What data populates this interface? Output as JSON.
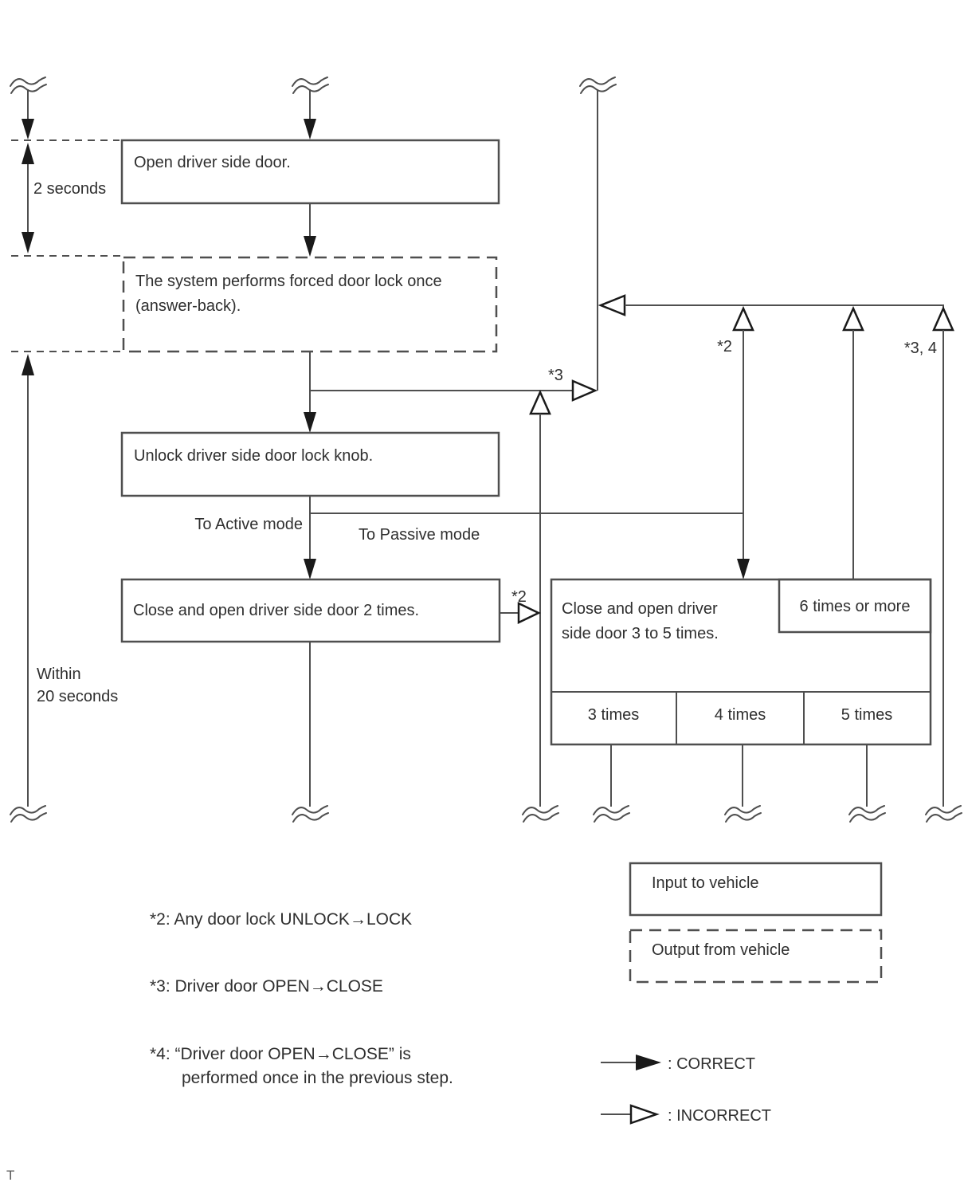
{
  "diagram": {
    "timing": {
      "two_seconds": "2 seconds",
      "within_line1": "Within",
      "within_line2": "20 seconds"
    },
    "boxes": {
      "open_door": "Open driver side door.",
      "forced_lock_line1": "The system performs forced door lock once",
      "forced_lock_line2": "(answer-back).",
      "unlock_knob": "Unlock driver side door lock knob.",
      "close_open_2_times": "Close and open driver side door 2 times.",
      "close_open_3to5_line1": "Close and open driver",
      "close_open_3to5_line2": "side door 3 to 5 times.",
      "six_times_or_more": "6 times or more",
      "three_times": "3 times",
      "four_times": "4 times",
      "five_times": "5 times"
    },
    "branches": {
      "to_active_mode": "To Active mode",
      "to_passive_mode": "To Passive mode"
    },
    "refs": {
      "star2_top": "*2",
      "star2_branch": "*2",
      "star3": "*3",
      "star3_4": "*3, 4"
    },
    "legend": {
      "input_to_vehicle": "Input to vehicle",
      "output_from_vehicle": "Output from vehicle",
      "correct": ": CORRECT",
      "incorrect": ": INCORRECT"
    },
    "notes": {
      "note2": "*2: Any door lock UNLOCK→LOCK",
      "note3": "*3: Driver door OPEN→CLOSE",
      "note4_line1": "*4: “Driver door OPEN→CLOSE” is",
      "note4_line2": "performed once in the previous step.",
      "star4_prefix": "*4"
    },
    "footer_char": "T",
    "colors": {
      "line": "#4f4f4f",
      "text": "#2f2f2f",
      "arrow": "#1a1a1a",
      "background": "#ffffff"
    }
  }
}
